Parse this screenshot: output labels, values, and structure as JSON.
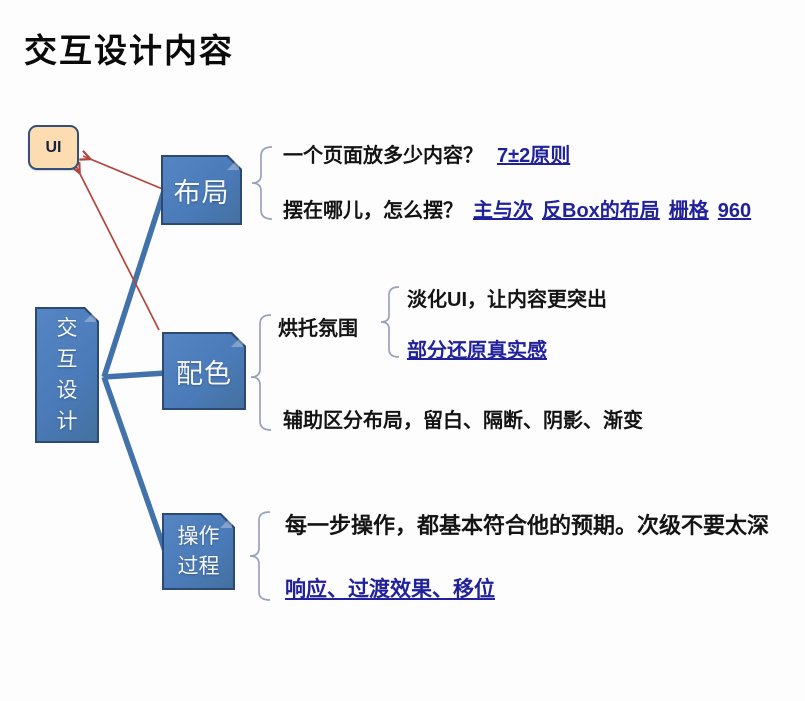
{
  "title": "交互设计内容",
  "ui_node": {
    "label": "UI"
  },
  "root": {
    "label": "交互设计"
  },
  "branches": {
    "layout": {
      "label": "布局"
    },
    "color": {
      "label": "配色"
    },
    "process": {
      "label": "操作过程"
    }
  },
  "layout_section": {
    "line1_text": "一个页面放多少内容？",
    "line1_link": "7±2原则",
    "line2_text": "摆在哪儿，怎么摆？",
    "line2_links": [
      "主与次",
      "反Box的布局",
      "栅格",
      "960"
    ]
  },
  "color_section": {
    "group_label": "烘托氛围",
    "item1": "淡化UI，让内容更突出",
    "item2_link": "部分还原真实感",
    "line2": "辅助区分布局，留白、隔断、阴影、渐变"
  },
  "process_section": {
    "line1": "每一步操作，都基本符合他的预期。次级不要太深",
    "line2_link": "响应、过渡效果、移位"
  },
  "colors": {
    "node_fill": "#4a7ab8",
    "node_border": "#2c4a72",
    "connector_blue": "#4272aa",
    "arrow_red": "#b2453c",
    "link_navy": "#21219b",
    "brace_gray": "#98a2bd",
    "ui_fill": "#fcdcb0",
    "ui_border": "#344f79"
  }
}
